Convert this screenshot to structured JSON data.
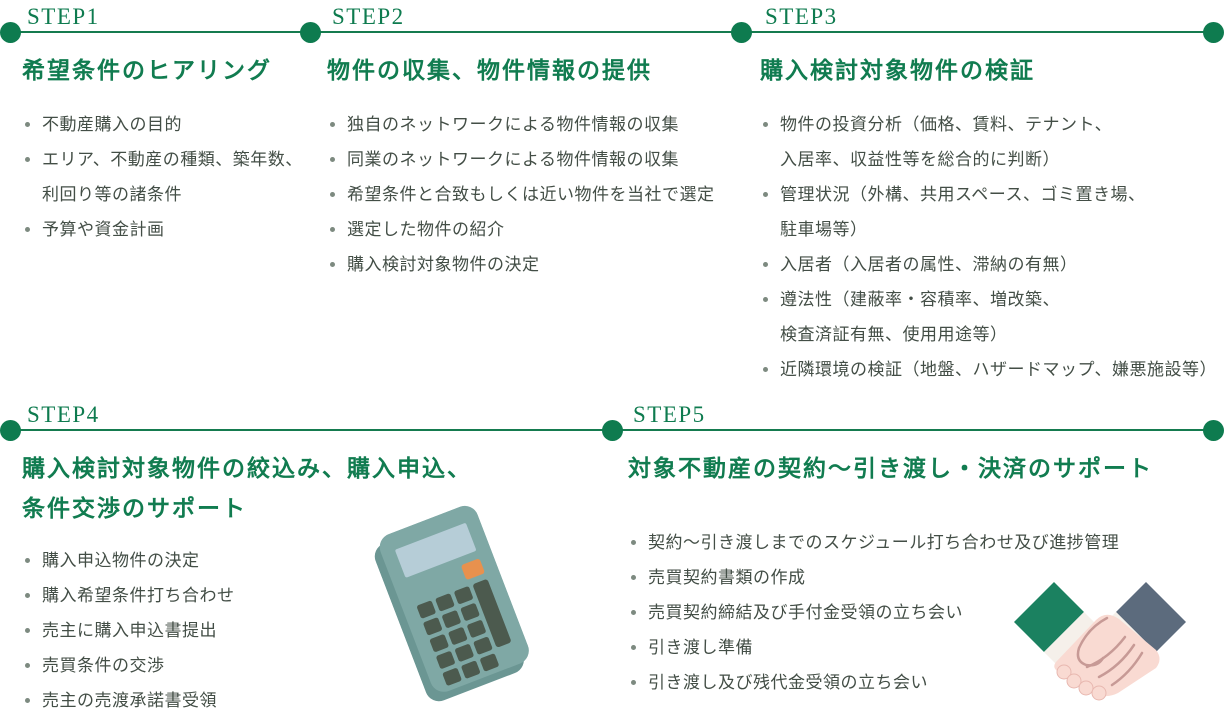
{
  "page": {
    "background": "#ffffff"
  },
  "colors": {
    "accent_green": "#0e7b4f",
    "title_green": "#117c50",
    "timeline_line": "#157b4f",
    "body_text": "#434e46",
    "bullet_dot": "#7d8a80"
  },
  "steps": [
    {
      "label": "STEP1",
      "title": "希望条件のヒアリング",
      "bullets": [
        "不動産購入の目的",
        "エリア、不動産の種類、築年数、\n利回り等の諸条件",
        "予算や資金計画"
      ]
    },
    {
      "label": "STEP2",
      "title": "物件の収集、物件情報の提供",
      "bullets": [
        "独自のネットワークによる物件情報の収集",
        "同業のネットワークによる物件情報の収集",
        "希望条件と合致もしくは近い物件を当社で選定",
        "選定した物件の紹介",
        "購入検討対象物件の決定"
      ]
    },
    {
      "label": "STEP3",
      "title": "購入検討対象物件の検証",
      "bullets": [
        "物件の投資分析（価格、賃料、テナント、\n入居率、収益性等を総合的に判断）",
        "管理状況（外構、共用スペース、ゴミ置き場、\n駐車場等）",
        "入居者（入居者の属性、滞納の有無）",
        "遵法性（建蔽率・容積率、増改築、\n検査済証有無、使用用途等）",
        "近隣環境の検証（地盤、ハザードマップ、嫌悪施設等）"
      ]
    },
    {
      "label": "STEP4",
      "title": "購入検討対象物件の絞込み、購入申込、\n条件交渉のサポート",
      "bullets": [
        "購入申込物件の決定",
        "購入希望条件打ち合わせ",
        "売主に購入申込書提出",
        "売買条件の交渉",
        "売主の売渡承諾書受領"
      ]
    },
    {
      "label": "STEP5",
      "title": "対象不動産の契約～引き渡し・決済のサポート",
      "bullets": [
        "契約～引き渡しまでのスケジュール打ち合わせ及び進捗管理",
        "売買契約書類の作成",
        "売買契約締結及び手付金受領の立ち会い",
        "引き渡し準備",
        "引き渡し及び残代金受領の立ち会い"
      ]
    }
  ],
  "icons": {
    "calculator_icon": {
      "body": "#7fa8a5",
      "side": "#6b9693",
      "screen": "#b6cdd7",
      "accent_button": "#e8914e",
      "buttons": "#4c5a4e"
    },
    "handshake_icon": {
      "left_sleeve": "#1b8160",
      "right_sleeve": "#5c6b7d",
      "cuff": "#f5f0ea",
      "hand": "#f9dad2",
      "finger_lines": "#c79a96"
    }
  }
}
